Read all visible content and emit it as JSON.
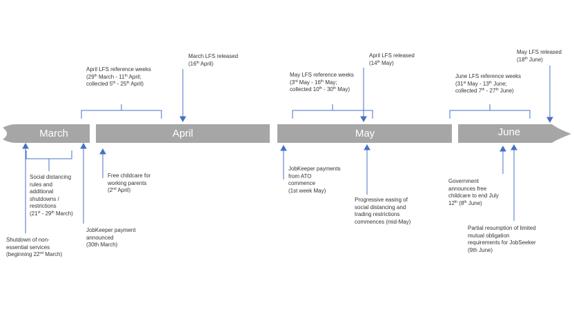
{
  "months": [
    "March",
    "April",
    "May",
    "June"
  ],
  "annotations": {
    "march_lfs": {
      "title": "March LFS released",
      "date": "(16th April)"
    },
    "april_lfs_weeks": {
      "title": "April LFS reference weeks",
      "range": "(29th March - 11th April;",
      "collected": "collected 5th - 25th April)"
    },
    "april_lfs": {
      "title": "April LFS released",
      "date": "(14th May)"
    },
    "may_lfs_weeks": {
      "title": "May LFS reference weeks",
      "range": "(3rd May - 16th May;",
      "collected": "collected 10th - 30th May)"
    },
    "june_lfs_weeks": {
      "title": "June LFS reference weeks",
      "range": "(31st May - 13th June;",
      "collected": "collected 7th - 27th June)"
    },
    "may_lfs": {
      "title": "May LFS released",
      "date": "(18th June)"
    },
    "social_distancing": {
      "lines": [
        "Social distancing",
        "rules and",
        "additional",
        "shutdowns /",
        "restrictions"
      ],
      "date": "(21st - 29th March)"
    },
    "shutdown": {
      "lines": [
        "Shutdown of non-",
        "essential services"
      ],
      "date": "(beginning 22nd March)"
    },
    "jobkeeper_announced": {
      "lines": [
        "JobKeeper payment",
        "announced"
      ],
      "date": "(30th March)"
    },
    "free_childcare": {
      "lines": [
        "Free childcare for",
        "working parents"
      ],
      "date": "(2nd April)"
    },
    "jobkeeper_payments": {
      "lines": [
        "JobKeeper payments",
        "from ATO",
        "commence"
      ],
      "date": "(1st week May)"
    },
    "progressive_easing": {
      "lines": [
        "Progressive easing of",
        "social distancing and",
        "trading restrictions",
        "commences (mid-May)"
      ]
    },
    "govt_childcare_end": {
      "lines": [
        "Government",
        "announces free",
        "childcare to end July"
      ],
      "date": "12th (8th June)"
    },
    "mutual_obligation": {
      "lines": [
        "Partial resumption of limited",
        "mutual obligation",
        "requirements for JobSeeker"
      ],
      "date": "(9th June)"
    }
  },
  "colors": {
    "bar": "#a6a6a6",
    "line": "#4472c4",
    "text": "#333333"
  }
}
